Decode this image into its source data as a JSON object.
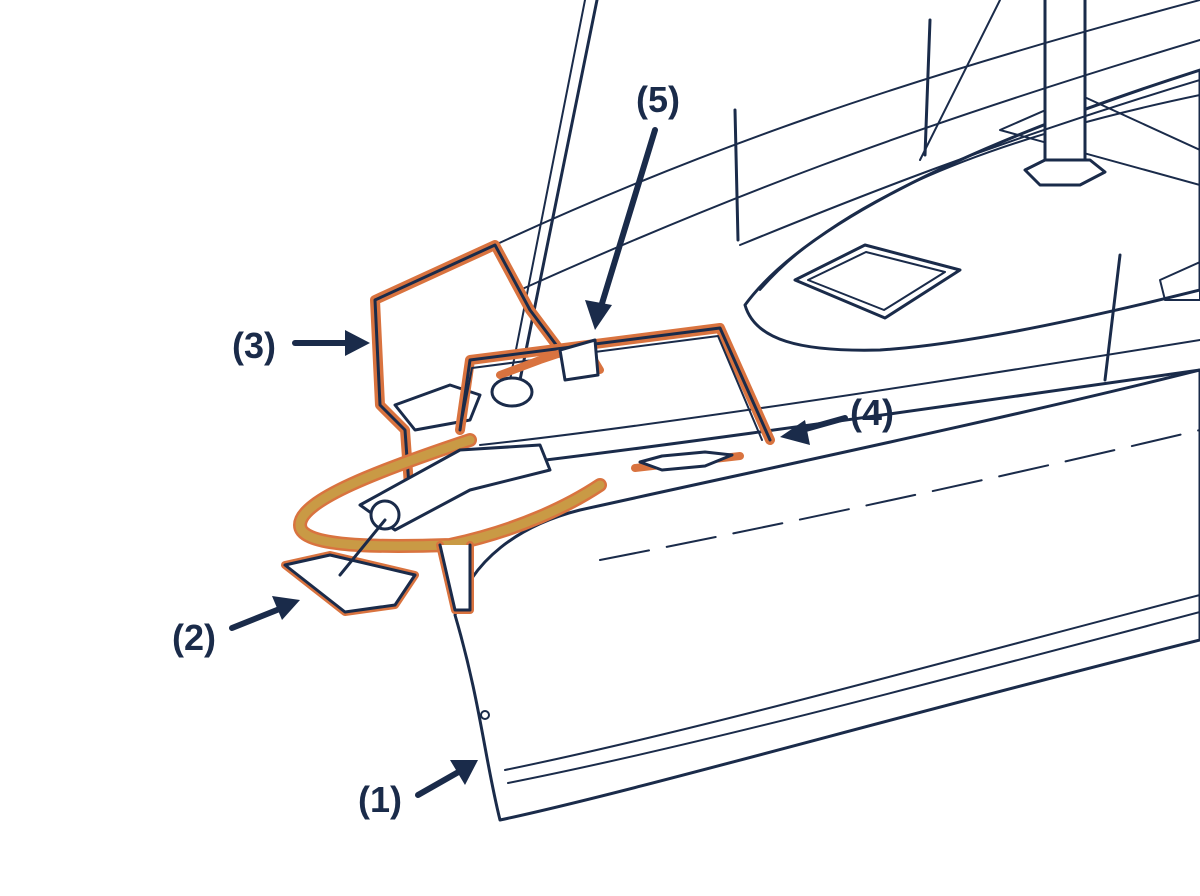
{
  "colors": {
    "line": "#1a2b4a",
    "highlight_outline": "#d9733f",
    "rubbing_strake": "#c99a45",
    "hull_fill": "#ffffff"
  },
  "callouts": [
    {
      "id": "1",
      "label": "(1)"
    },
    {
      "id": "2",
      "label": "(2)"
    },
    {
      "id": "3",
      "label": "(3)"
    },
    {
      "id": "4",
      "label": "(4)"
    },
    {
      "id": "5",
      "label": "(5)"
    }
  ]
}
